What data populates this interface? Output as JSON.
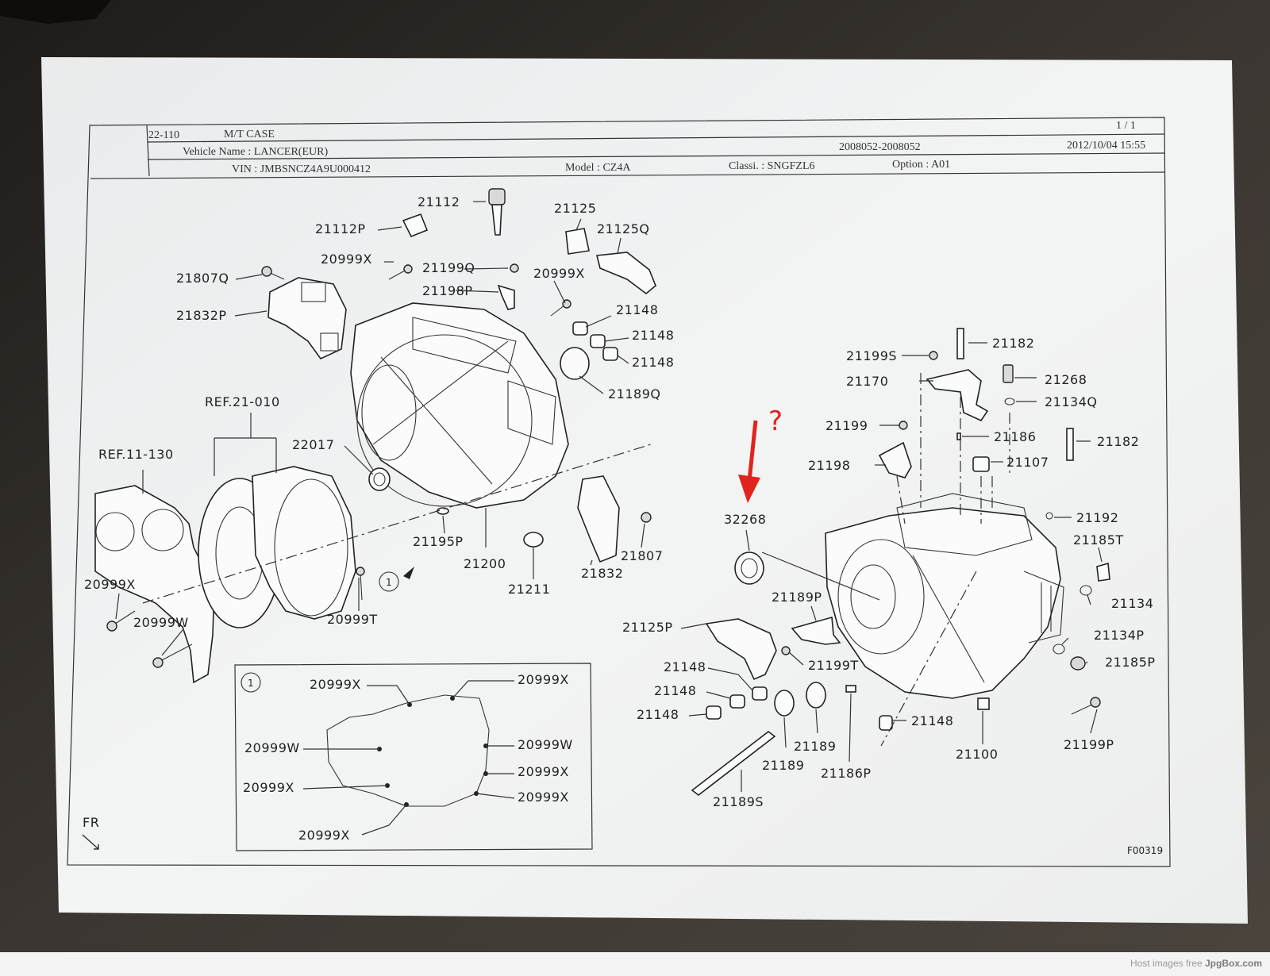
{
  "header": {
    "section_code": "22-110",
    "section_title": "M/T CASE",
    "page": "1 / 1",
    "vehicle_name": "Vehicle Name : LANCER(EUR)",
    "range": "2008052-2008052",
    "datetime": "2012/10/04  15:55",
    "vin": "VIN : JMBSNCZ4A9U000412",
    "model": "Model : CZ4A",
    "classi": "Classi. : SNGFZL6",
    "option": "Option : A01"
  },
  "left_labels": {
    "p21112": "21112",
    "p21112P": "21112P",
    "p21125": "21125",
    "p21125Q": "21125Q",
    "p20999X_a": "20999X",
    "p21199Q": "21199Q",
    "p21807Q": "21807Q",
    "p20999X_b": "20999X",
    "p21198P": "21198P",
    "p21832P": "21832P",
    "p21148_a": "21148",
    "p21148_b": "21148",
    "p21148_c": "21148",
    "p21189Q": "21189Q",
    "ref21010": "REF.21-010",
    "p22017": "22017",
    "ref11130": "REF.11-130",
    "p21195P": "21195P",
    "p21200": "21200",
    "p21807": "21807",
    "p21832": "21832",
    "p21211": "21211",
    "p20999X_c": "20999X",
    "p20999W": "20999W",
    "p20999T": "20999T",
    "callout_1": "1"
  },
  "right_labels": {
    "p21182_a": "21182",
    "p21199S": "21199S",
    "p21170": "21170",
    "p21268": "21268",
    "p21134Q": "21134Q",
    "p21199": "21199",
    "p21186": "21186",
    "p21182_b": "21182",
    "p21198": "21198",
    "p21107": "21107",
    "p32268": "32268",
    "p21192": "21192",
    "p21185T": "21185T",
    "p21189P": "21189P",
    "p21134": "21134",
    "p21125P": "21125P",
    "p21134P": "21134P",
    "p21199T": "21199T",
    "p21185P": "21185P",
    "p21148_d": "21148",
    "p21148_e": "21148",
    "p21148_f": "21148",
    "p21148_g": "21148",
    "p21189_a": "21189",
    "p21189_b": "21189",
    "p21100": "21100",
    "p21199P": "21199P",
    "p21186P": "21186P",
    "p21189S": "21189S"
  },
  "inset": {
    "callout": "1",
    "l1": "20999X",
    "l2": "20999X",
    "l3": "20999W",
    "l4": "20999W",
    "l5": "20999X",
    "l6": "20999X",
    "l7": "20999X",
    "l8": "20999X"
  },
  "footer": {
    "fr": "FR",
    "code": "F00319"
  },
  "annotation": {
    "question_mark": "?",
    "color": "#e0241b"
  },
  "watermark": {
    "prefix": "Host images free ",
    "brand": "JpgBox.com"
  }
}
